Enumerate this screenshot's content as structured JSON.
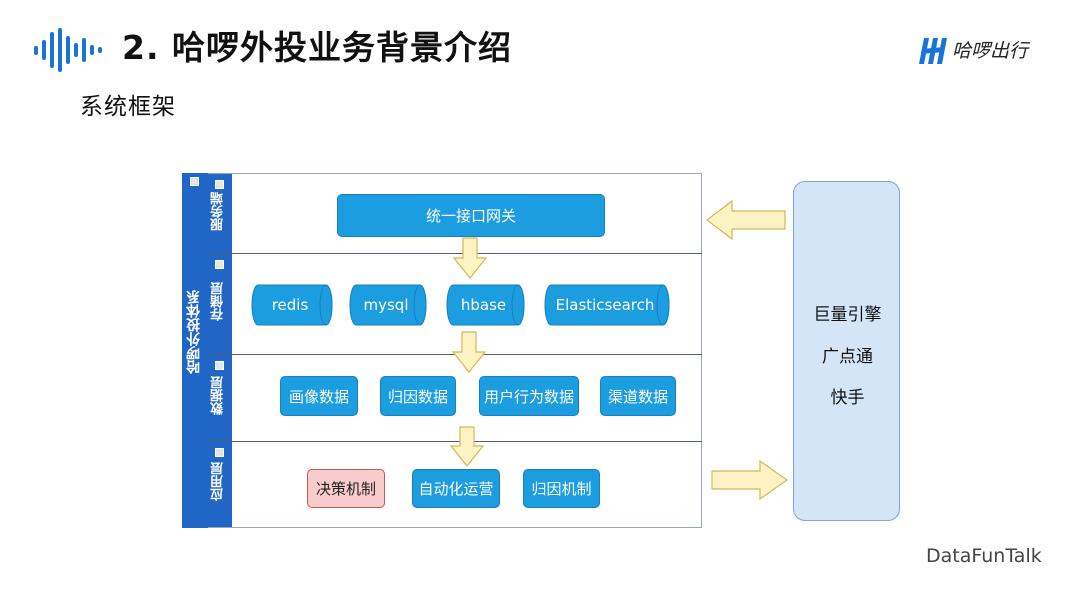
{
  "header": {
    "title": "2. 哈啰外投业务背景介绍",
    "subtitle": "系统框架",
    "brand_name": "哈啰出行",
    "icons": {
      "left": "audio-wave-icon",
      "brand": "hello-logo-icon"
    }
  },
  "diagram": {
    "outer_label": "哈啰外投体系",
    "layers": {
      "service": {
        "label": "服务端",
        "boxes": [
          "统一接口网关"
        ]
      },
      "storage": {
        "label": "存储层",
        "cylinders": [
          "redis",
          "mysql",
          "hbase",
          "Elasticsearch"
        ]
      },
      "data": {
        "label": "数据层",
        "boxes": [
          "画像数据",
          "归因数据",
          "用户行为数据",
          "渠道数据"
        ]
      },
      "application": {
        "label": "应用层",
        "boxes": [
          "决策机制",
          "自动化运营",
          "归因机制"
        ]
      }
    },
    "external": {
      "lines": [
        "巨量引擎",
        "广点通",
        "快手"
      ]
    },
    "colors": {
      "layer_bar": "#1f66c7",
      "box": "#1b9ddf",
      "highlight_box": "#f8cccc",
      "arrow_fill": "#fdf3c4",
      "arrow_stroke": "#d6b656",
      "external_panel": "#d5e5f8"
    }
  },
  "footer": {
    "watermark": "DataFunTalk"
  }
}
